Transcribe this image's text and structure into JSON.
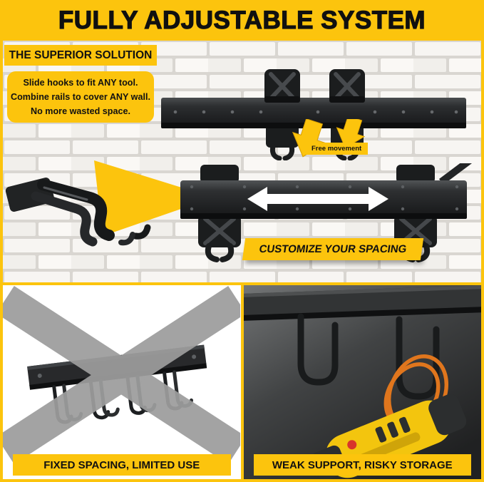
{
  "colors": {
    "accent_yellow": "#fcc40d",
    "text_black": "#111111",
    "rail_dark": "#202223",
    "panel_dark": "#3c3e3f",
    "cross_gray": "#9d9d9d",
    "tool_yellow": "#f3c50e",
    "cable_orange": "#e0761d",
    "arrow_white": "#ffffff"
  },
  "banner": {
    "title": "FULLY ADJUSTABLE SYSTEM"
  },
  "solution": {
    "label": "THE SUPERIOR SOLUTION",
    "lines": [
      "Slide hooks to fit ANY tool.",
      "Combine rails to cover ANY wall.",
      "No more wasted space."
    ]
  },
  "annotations": {
    "free_movement": "Free movement",
    "customize_spacing": "CUSTOMIZE YOUR SPACING"
  },
  "panels": {
    "left_caption": "FIXED SPACING, LIMITED USE",
    "right_caption": "WEAK SUPPORT, RISKY STORAGE"
  },
  "icons": {
    "down_arrows": "▼▼",
    "double_arrow": "↔",
    "cross": "✕"
  }
}
